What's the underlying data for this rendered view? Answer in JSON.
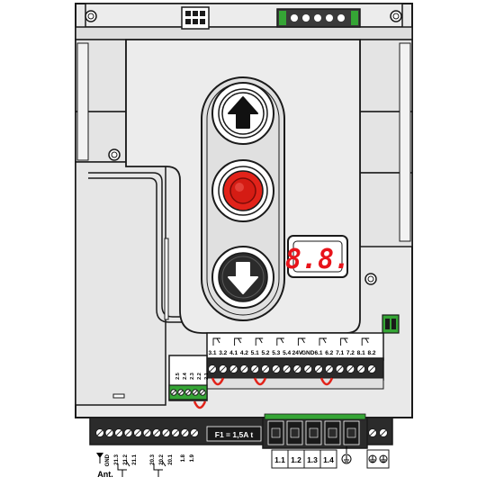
{
  "display": {
    "text": "8.8.",
    "color": "#e8141b"
  },
  "buttons": [
    {
      "name": "up-button",
      "icon": "arrow-up-icon"
    },
    {
      "name": "stop-button",
      "icon": "stop-icon",
      "color": "#e2231a"
    },
    {
      "name": "down-button",
      "icon": "arrow-down-icon"
    }
  ],
  "top_terminal_labels": [
    "3.1",
    "3.2",
    "4.1",
    "4.2",
    "5.1",
    "5.2",
    "5.3",
    "5.4",
    "24V",
    "GND",
    "6.1",
    "6.2",
    "7.1",
    "7.2",
    "8.1",
    "8.2"
  ],
  "green_connector_labels": [
    "2.5",
    "2.4",
    "2.3",
    "2.2",
    "2.1"
  ],
  "fuse": {
    "label": "F1 = 1,5A t"
  },
  "bottom_terminal_labels": [
    "GND",
    "21.3",
    "21.2",
    "21.1",
    "20.3",
    "20.2",
    "20.1",
    "1.8",
    "1.9"
  ],
  "antenna_label": "Ant.",
  "motor_terminal_labels": [
    "1.1",
    "1.2",
    "1.3",
    "1.4"
  ],
  "colors": {
    "outline": "#1a1a1a",
    "panel": "#e9e9e9",
    "green": "#35a535",
    "red": "#e2231a",
    "dark": "#2b2b2b"
  }
}
